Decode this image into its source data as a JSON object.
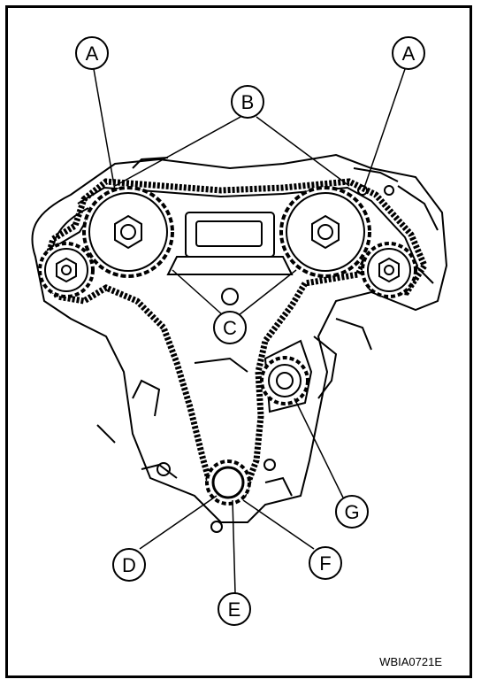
{
  "callouts": {
    "a_left": "A",
    "a_right": "A",
    "b": "B",
    "c": "C",
    "d": "D",
    "e": "E",
    "f": "F",
    "g": "G"
  },
  "figure_code": "WBIA0721E",
  "colors": {
    "ink": "#000000",
    "paper": "#ffffff"
  }
}
